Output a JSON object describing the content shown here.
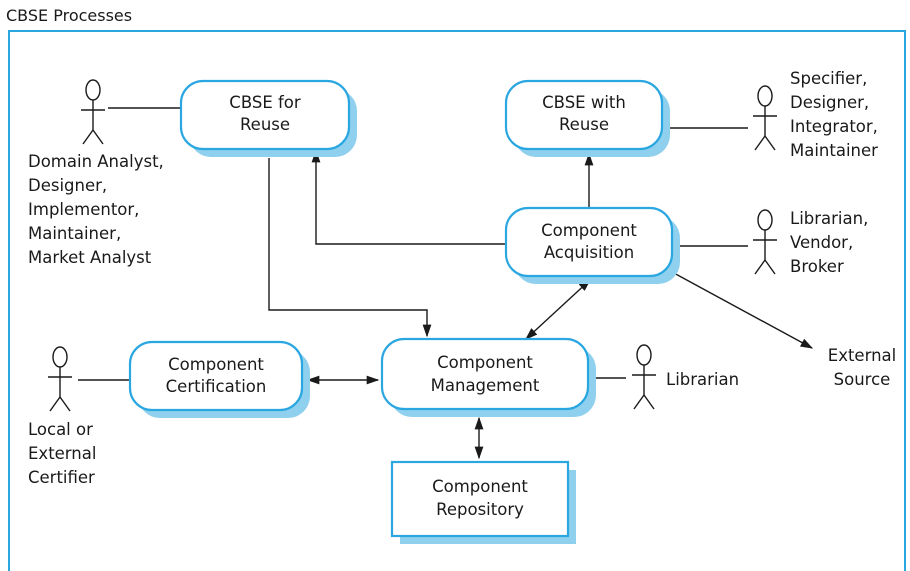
{
  "title": "CBSE Processes",
  "processes": {
    "cbse_for_reuse": [
      "CBSE for",
      "Reuse"
    ],
    "cbse_with_reuse": [
      "CBSE with",
      "Reuse"
    ],
    "component_acquisition": [
      "Component",
      "Acquisition"
    ],
    "component_certification": [
      "Component",
      "Certification"
    ],
    "component_management": [
      "Component",
      "Management"
    ],
    "component_repository": [
      "Component",
      "Repository"
    ]
  },
  "actors": {
    "domain_team": [
      "Domain Analyst,",
      "Designer,",
      "Implementor,",
      "Maintainer,",
      "Market Analyst"
    ],
    "reuse_team": [
      "Specifier,",
      "Designer,",
      "Integrator,",
      "Maintainer"
    ],
    "acquisition_team": [
      "Librarian,",
      "Vendor,",
      "Broker"
    ],
    "certifier": [
      "Local or",
      "External",
      "Certifier"
    ],
    "librarian": [
      "Librarian"
    ]
  },
  "external_source": [
    "External",
    "Source"
  ],
  "colors": {
    "frame": "#2aa6e0",
    "box_border": "#2aa6e0",
    "shadow": "#8fd0ee"
  }
}
